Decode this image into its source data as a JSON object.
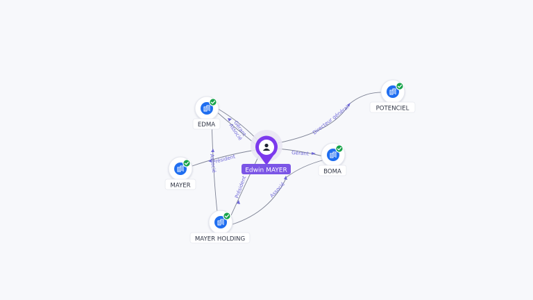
{
  "graph": {
    "center": {
      "label": "Edwin MAYER",
      "icon": "person-icon",
      "color": "#7c3aed",
      "label_bg": "#7b55e6"
    },
    "companies": [
      {
        "id": "edma",
        "label": "EDMA",
        "icon": "building-icon",
        "verified": true
      },
      {
        "id": "mayer",
        "label": "MAYER",
        "icon": "building-icon",
        "verified": true
      },
      {
        "id": "mayer-holding",
        "label": "MAYER HOLDING",
        "icon": "building-icon",
        "verified": true
      },
      {
        "id": "boma",
        "label": "BOMA",
        "icon": "building-icon",
        "verified": true
      },
      {
        "id": "potenciel",
        "label": "POTENCIEL",
        "icon": "building-icon",
        "verified": true
      }
    ],
    "relations": [
      {
        "from": "edwin",
        "to": "edma",
        "label": "Gérant"
      },
      {
        "from": "edwin",
        "to": "edma",
        "label": "Associé"
      },
      {
        "from": "edwin",
        "to": "potenciel",
        "label": "Directeur général"
      },
      {
        "from": "edwin",
        "to": "boma",
        "label": "Gérant"
      },
      {
        "from": "edwin",
        "to": "mayer",
        "label": "Président"
      },
      {
        "from": "mayer-holding",
        "to": "edma",
        "label": "Associé"
      },
      {
        "from": "edwin",
        "to": "mayer-holding",
        "label": "Président"
      },
      {
        "from": "mayer-holding",
        "to": "boma",
        "label": "Associé"
      }
    ],
    "colors": {
      "company": "#1f6ef0",
      "verified": "#16a34a",
      "edge": "#7d8294",
      "edge_label": "#6f68d8"
    }
  }
}
